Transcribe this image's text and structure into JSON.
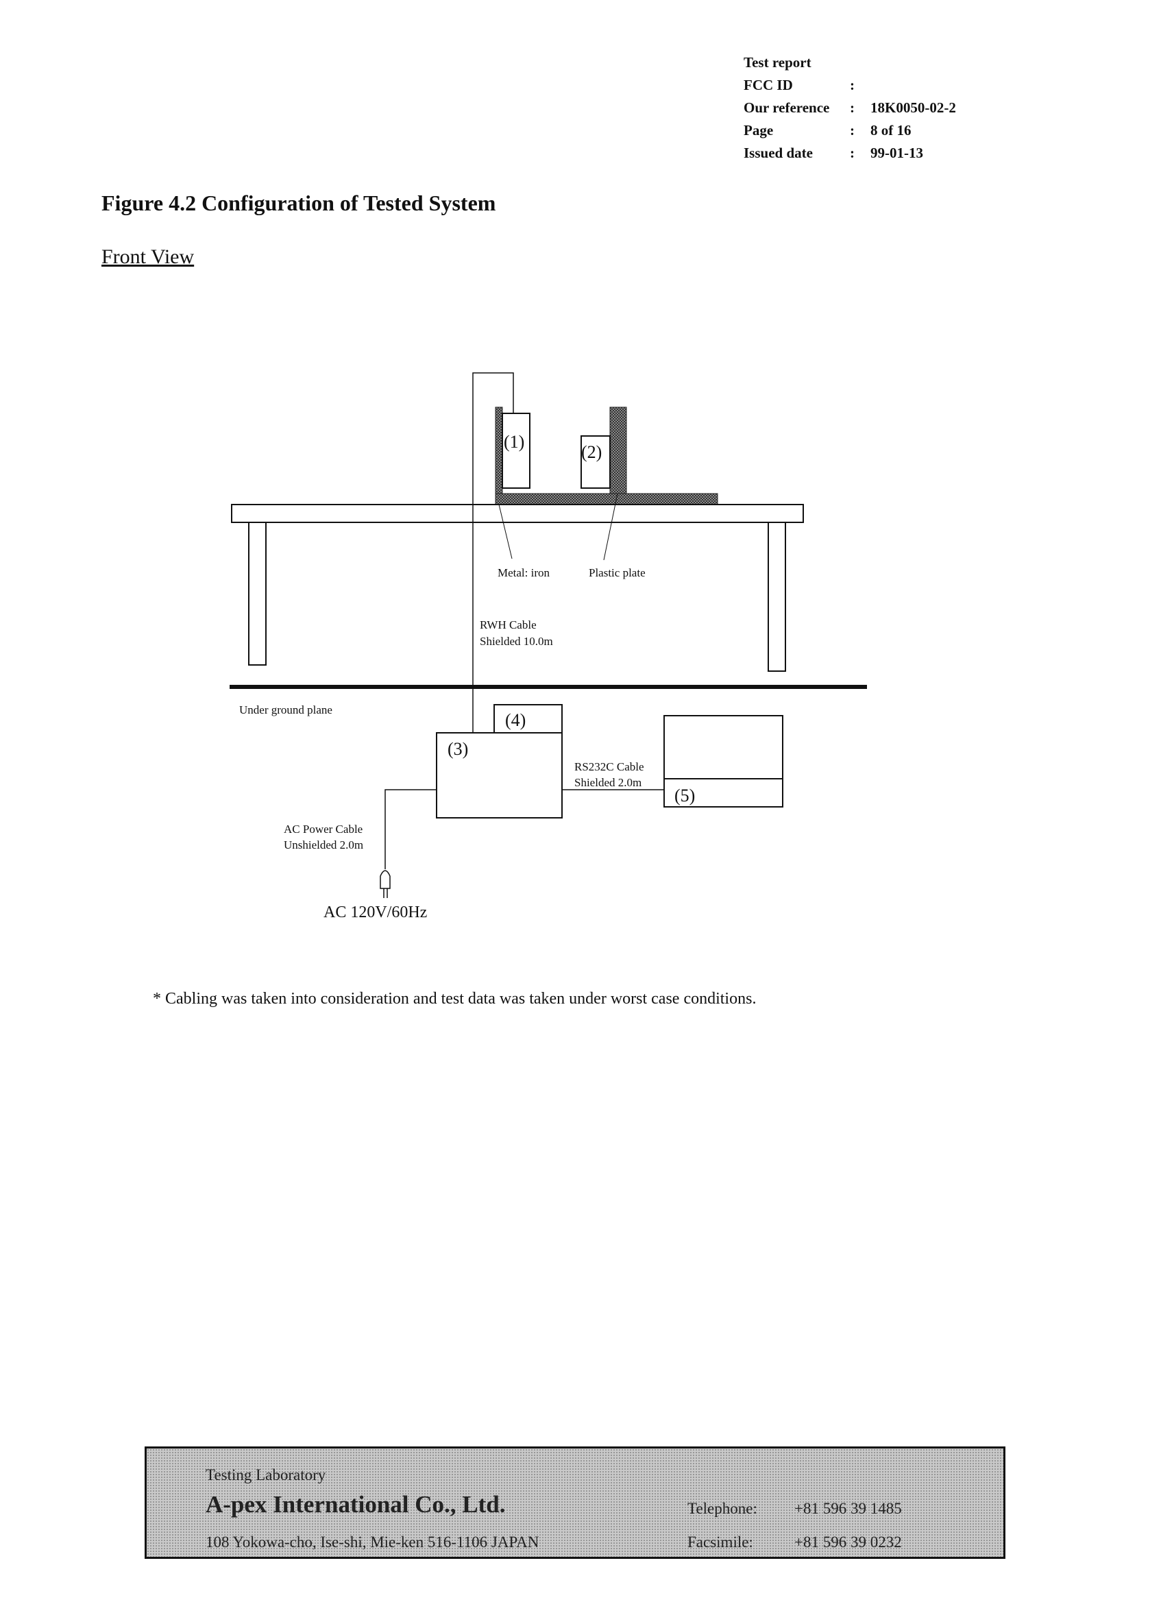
{
  "header": {
    "rows": [
      {
        "label": "Test report",
        "value": ""
      },
      {
        "label": "FCC ID",
        "value": ""
      },
      {
        "label": "Our reference",
        "value": "18K0050-02-2"
      },
      {
        "label": "Page",
        "value": "8 of 16"
      },
      {
        "label": "Issued date",
        "value": "99-01-13"
      }
    ],
    "colon": ":"
  },
  "title": "Figure 4.2 Configuration of Tested System",
  "subtitle": "Front View",
  "diagram": {
    "unit1": "(1)",
    "unit2": "(2)",
    "unit3": "(3)",
    "unit4": "(4)",
    "unit5": "(5)",
    "metal_label": "Metal: iron",
    "plastic_label": "Plastic plate",
    "rwh_cable": "RWH Cable",
    "rwh_shield": "Shielded 10.0m",
    "ground_plane": "Under ground plane",
    "rs232_cable": "RS232C Cable",
    "rs232_shield": "Shielded 2.0m",
    "ac_cable": "AC Power Cable",
    "ac_shield": "Unshielded 2.0m",
    "ac_supply": "AC 120V/60Hz"
  },
  "footnote": "* Cabling was taken into consideration and test data was taken under worst case conditions.",
  "footer": {
    "lab_label": "Testing Laboratory",
    "company": "A-pex International Co., Ltd.",
    "address": "108 Yokowa-cho, Ise-shi, Mie-ken 516-1106 JAPAN",
    "telephone_label": "Telephone:",
    "telephone": "+81 596 39 1485",
    "facsimile_label": "Facsimile:",
    "facsimile": "+81 596 39 0232"
  }
}
